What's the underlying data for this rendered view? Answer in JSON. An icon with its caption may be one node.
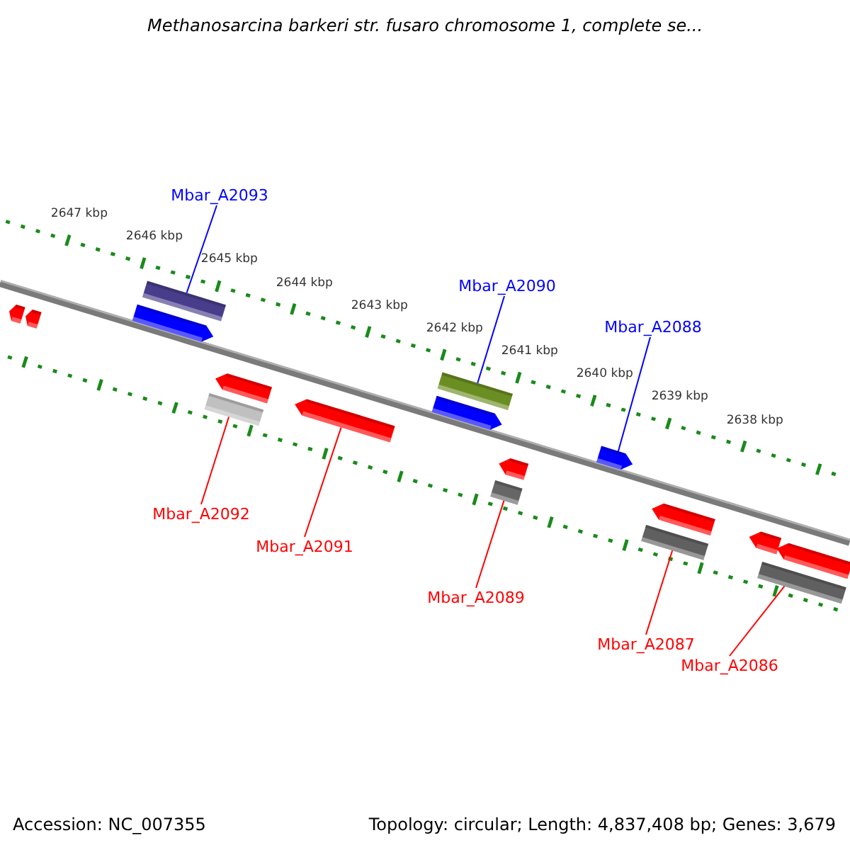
{
  "diagram": {
    "title": "Methanosarcina barkeri str. fusaro chromosome 1, complete se...",
    "nodes": [
      {
        "text": [
          "Mbar_A2093"
        ]
      },
      {
        "text": [
          "Mbar_A2090"
        ]
      },
      {
        "text": [
          "Mbar_A2088"
        ]
      },
      {
        "text": [
          "Mbar_A2092"
        ]
      },
      {
        "text": [
          "Mbar_A2091"
        ]
      },
      {
        "text": [
          "Mbar_A2089"
        ]
      },
      {
        "text": [
          "Mbar_A2087"
        ]
      },
      {
        "text": [
          "Mbar_A2086"
        ]
      },
      {
        "text": [],
        "shape": "pentagon"
      },
      {
        "text": [],
        "shape": "pentagon"
      },
      {
        "text": [],
        "shape": "bar"
      },
      {
        "text": [],
        "shape": "pentagon"
      },
      {
        "text": [],
        "shape": "pentagon"
      },
      {
        "text": [],
        "shape": "bar"
      },
      {
        "text": [],
        "shape": "pentagon"
      },
      {
        "text": [],
        "shape": "bar"
      },
      {
        "text": [],
        "shape": "pentagon"
      },
      {
        "text": [],
        "shape": "pentagon"
      },
      {
        "text": [],
        "shape": "bar"
      },
      {
        "text": [],
        "shape": "pentagon"
      },
      {
        "text": [],
        "shape": "pentagon"
      },
      {
        "text": [],
        "shape": "bar"
      },
      {
        "text": [],
        "shape": "pentagon"
      },
      {
        "text": [],
        "shape": "pentagon"
      },
      {
        "text": [],
        "shape": "bar"
      }
    ],
    "edges": [
      {
        "from": 0,
        "to": 10,
        "arrow": "none",
        "color": "#0000ff"
      },
      {
        "from": 1,
        "to": 15,
        "arrow": "none",
        "color": "#0000ff"
      },
      {
        "from": 2,
        "to": 19,
        "arrow": "none",
        "color": "#0000ff"
      },
      {
        "from": 3,
        "to": 13,
        "arrow": "none"
      },
      {
        "from": 4,
        "to": 14,
        "arrow": "none"
      },
      {
        "from": 5,
        "to": 18,
        "arrow": "none"
      },
      {
        "from": 6,
        "to": 21,
        "arrow": "none"
      },
      {
        "from": 7,
        "to": 24,
        "arrow": "none"
      }
    ],
    "labels": [
      "2647 kbp",
      "2646 kbp",
      "2645 kbp",
      "2644 kbp",
      "2643 kbp",
      "2642 kbp",
      "2641 kbp",
      "2640 kbp",
      "2639 kbp",
      "2638 kbp",
      "Accession: NC_007355",
      "Topology: circular; Length: 4,837,408 bp; Genes: 3,679"
    ]
  }
}
